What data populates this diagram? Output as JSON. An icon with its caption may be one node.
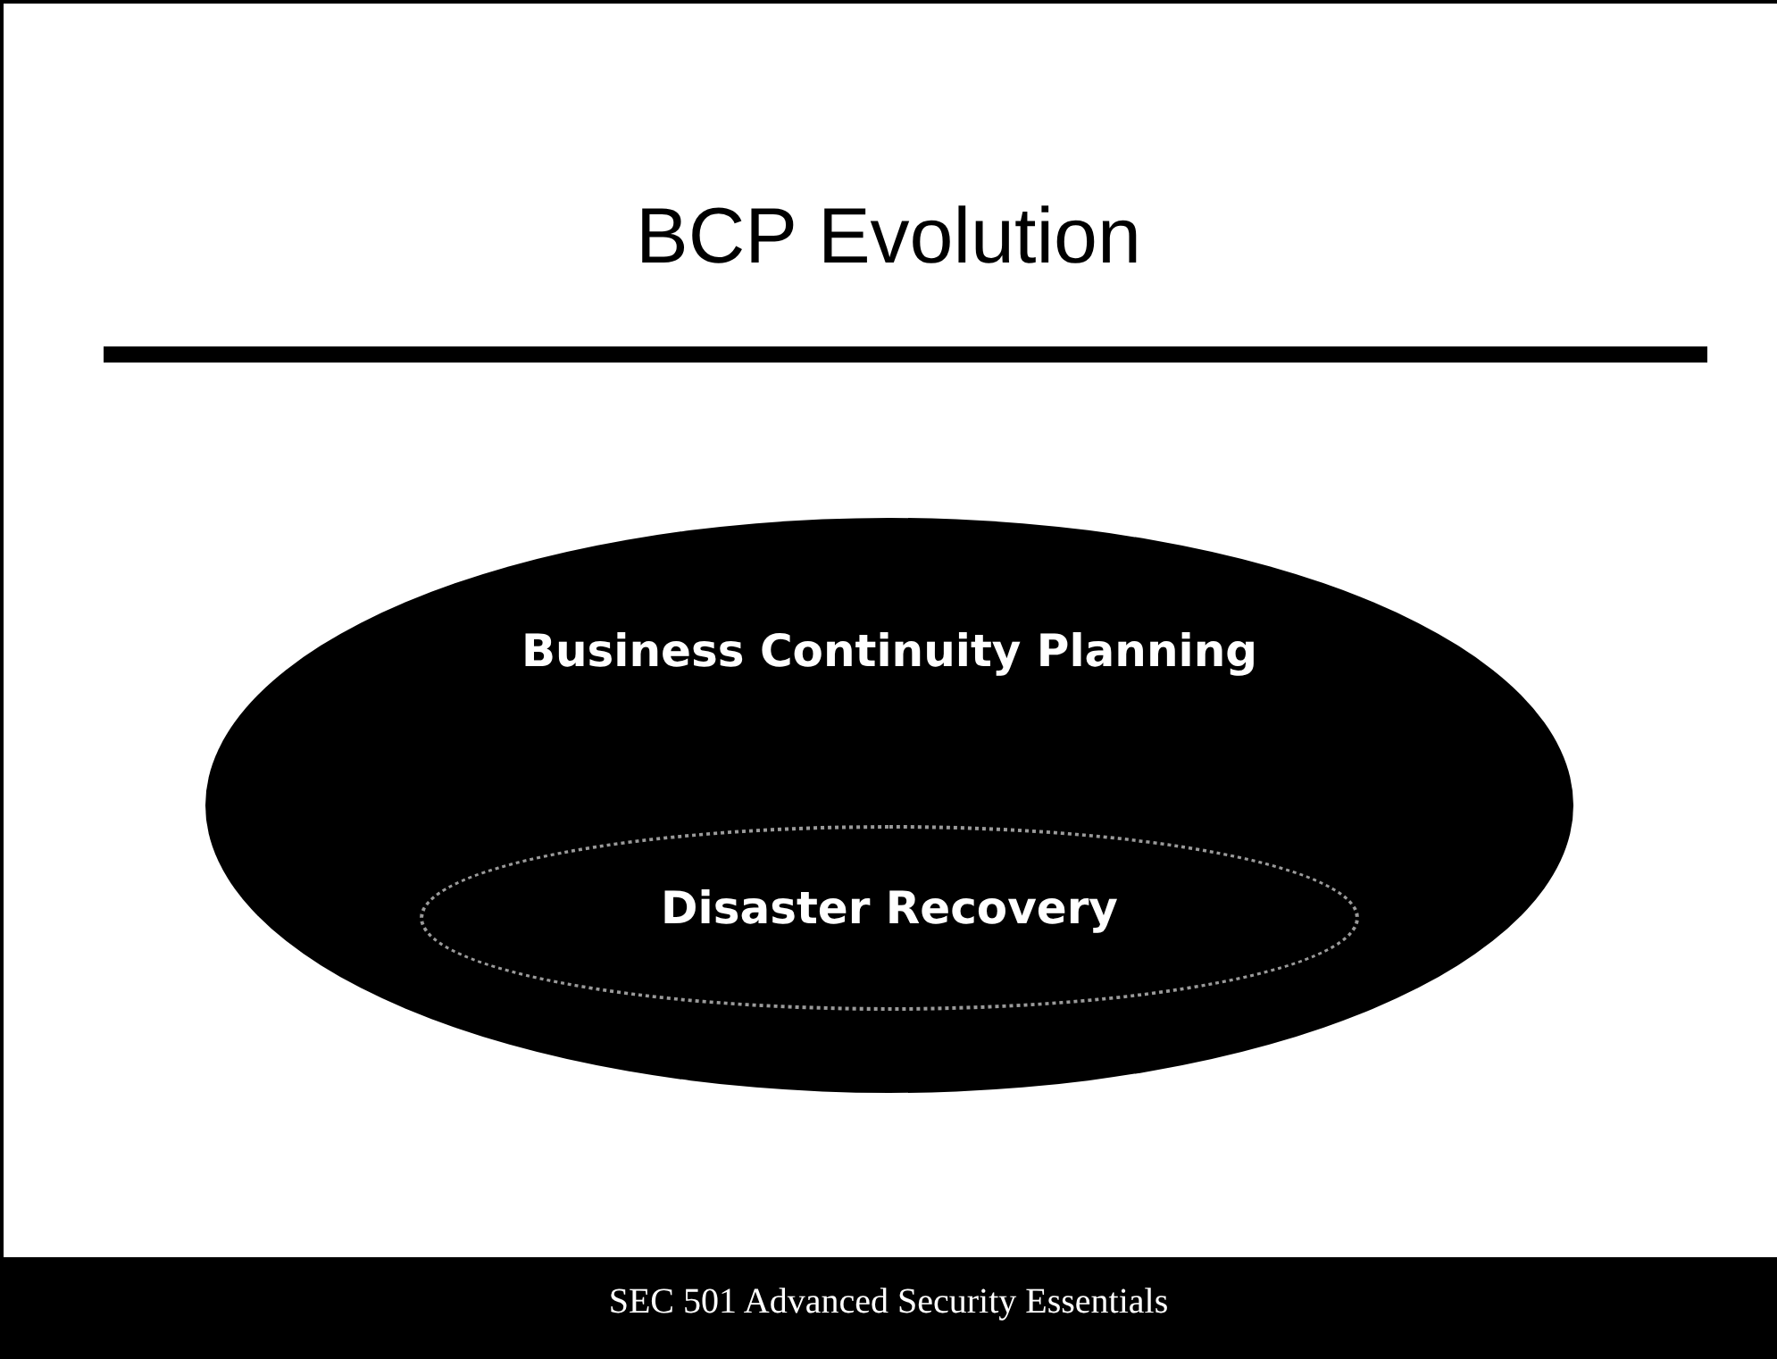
{
  "diagram": {
    "title": "BCP Evolution",
    "nodes": [
      {
        "text": [
          "Business Continuity Planning"
        ]
      },
      {
        "text": [
          "Disaster Recovery"
        ],
        "in": 0
      }
    ],
    "labels": [
      "SEC 501 Advanced Security Essentials"
    ]
  }
}
